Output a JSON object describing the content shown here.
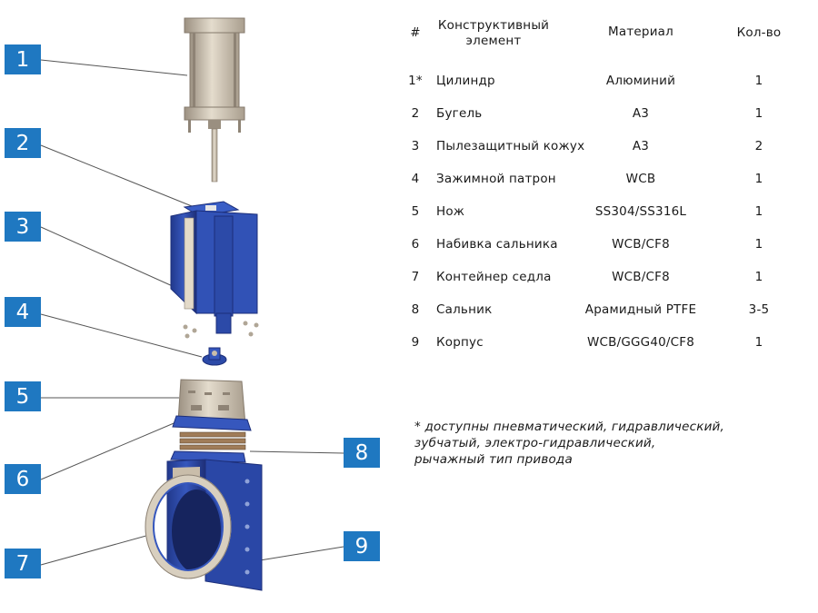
{
  "badges": [
    "1",
    "2",
    "3",
    "4",
    "5",
    "6",
    "7",
    "8",
    "9"
  ],
  "table": {
    "headers": {
      "num": "#",
      "element": "Конструктивный элемент",
      "material": "Материал",
      "qty": "Кол-во"
    },
    "rows": [
      {
        "num": "1*",
        "name": "Цилиндр",
        "material": "Алюминий",
        "qty": "1"
      },
      {
        "num": "2",
        "name": "Бугель",
        "material": "А3",
        "qty": "1"
      },
      {
        "num": "3",
        "name": "Пылезащитный кожух",
        "material": "А3",
        "qty": "2"
      },
      {
        "num": "4",
        "name": "Зажимной патрон",
        "material": "WCB",
        "qty": "1"
      },
      {
        "num": "5",
        "name": "Нож",
        "material": "SS304/SS316L",
        "qty": "1"
      },
      {
        "num": "6",
        "name": "Набивка сальника",
        "material": "WCB/CF8",
        "qty": "1"
      },
      {
        "num": "7",
        "name": "Контейнер седла",
        "material": "WCB/CF8",
        "qty": "1"
      },
      {
        "num": "8",
        "name": "Сальник",
        "material": "Арамидный PTFE",
        "qty": "3-5"
      },
      {
        "num": "9",
        "name": "Корпус",
        "material": "WCB/GGG40/CF8",
        "qty": "1"
      }
    ]
  },
  "footnote": [
    "* доступны пневматический, гидравлический,",
    "зубчатый, электро-гидравлический,",
    "рычажный тип привода"
  ],
  "colors": {
    "badge": "#1f78c1",
    "body_blue": "#2f4fae",
    "metal": "#c9bdaa"
  }
}
